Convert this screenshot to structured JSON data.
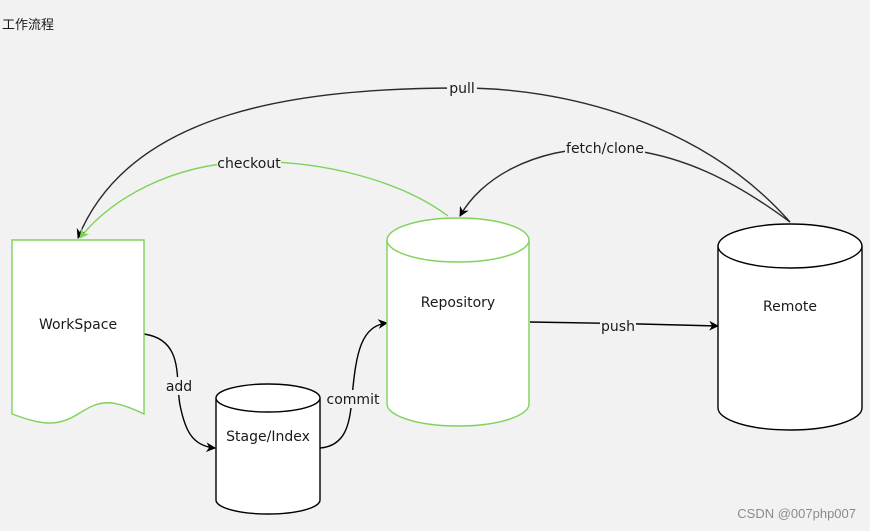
{
  "title": "工作流程",
  "nodes": {
    "workspace": "WorkSpace",
    "stage": "Stage/Index",
    "repository": "Repository",
    "remote": "Remote"
  },
  "edges": {
    "pull": "pull",
    "checkout": "checkout",
    "fetch_clone": "fetch/clone",
    "add": "add",
    "commit": "commit",
    "push": "push"
  },
  "watermark": "CSDN @007php007",
  "colors": {
    "background": "#f2f2f2",
    "highlight_stroke": "#7ed35a",
    "default_stroke": "#000000",
    "arrow_line": "#2a2a2a"
  }
}
